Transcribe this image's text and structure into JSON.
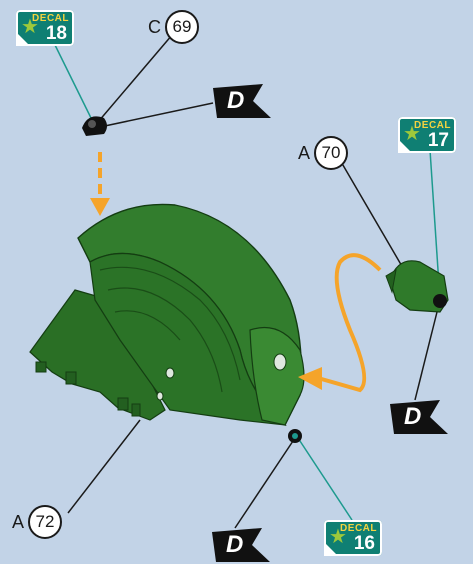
{
  "callouts": [
    {
      "prefix": "C",
      "number": "69"
    },
    {
      "prefix": "A",
      "number": "70"
    },
    {
      "prefix": "A",
      "number": "72"
    }
  ],
  "decals": [
    {
      "label": "DECAL",
      "number": "18"
    },
    {
      "label": "DECAL",
      "number": "17"
    },
    {
      "label": "DECAL",
      "number": "16"
    }
  ],
  "flags": [
    "D",
    "D",
    "D"
  ],
  "colors": {
    "background": "#c2d3e7",
    "part_green": "#2f7a2a",
    "decal_teal": "#0f7f73",
    "arrow_orange": "#f5a42a"
  },
  "icons": [
    "decal-star-icon",
    "flag-d-icon",
    "arrow-down-icon",
    "arrow-curve-icon"
  ]
}
